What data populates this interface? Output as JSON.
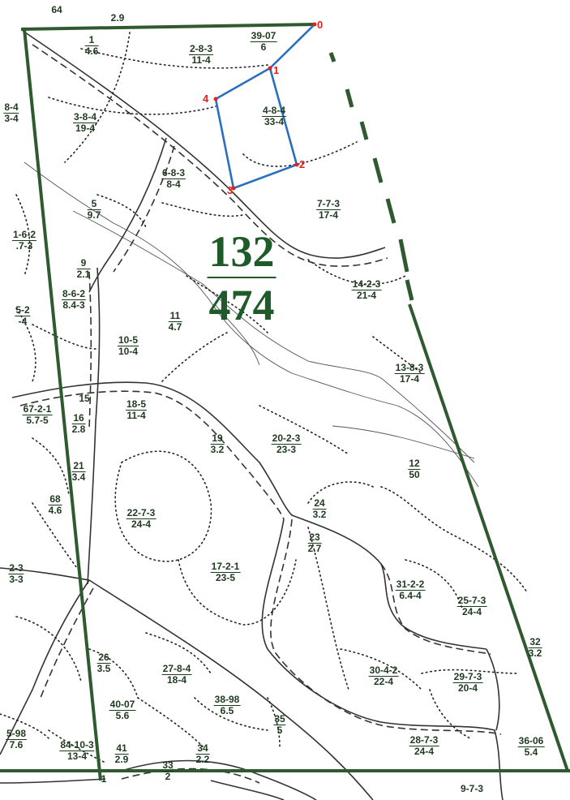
{
  "block": {
    "num": "132",
    "den": "474"
  },
  "plot_points": [
    "0",
    "1",
    "2",
    "3",
    "4"
  ],
  "parcels": [
    {
      "num": "64",
      "den": ""
    },
    {
      "num": "2.9",
      "den": ""
    },
    {
      "num": "1",
      "den": "4.6"
    },
    {
      "num": "2-8-3",
      "den": "11-4"
    },
    {
      "num": "39-07",
      "den": "6"
    },
    {
      "num": "8-4",
      "den": "3-4"
    },
    {
      "num": "3-8-4",
      "den": "19-4"
    },
    {
      "num": "4-8-4",
      "den": "33-4"
    },
    {
      "num": "6-8-3",
      "den": "8-4"
    },
    {
      "num": "7-7-3",
      "den": "17-4"
    },
    {
      "num": "5",
      "den": "9.7"
    },
    {
      "num": "1-6-2",
      "den": ".7-3"
    },
    {
      "num": "9",
      "den": "2.1"
    },
    {
      "num": "8-6-2",
      "den": "8.4-3"
    },
    {
      "num": "14-2-3",
      "den": "21-4"
    },
    {
      "num": "5-2",
      "den": "-4"
    },
    {
      "num": "11",
      "den": "4.7"
    },
    {
      "num": "10-5",
      "den": "10-4"
    },
    {
      "num": "13-8-3",
      "den": "17-4"
    },
    {
      "num": "15",
      "den": ""
    },
    {
      "num": "67-2-1",
      "den": "5.7-5"
    },
    {
      "num": "16",
      "den": "2.8"
    },
    {
      "num": "18-5",
      "den": "11-4"
    },
    {
      "num": "19",
      "den": "3.2"
    },
    {
      "num": "20-2-3",
      "den": "23-3"
    },
    {
      "num": "21",
      "den": "3.4"
    },
    {
      "num": "12",
      "den": "50"
    },
    {
      "num": "68",
      "den": "4.6"
    },
    {
      "num": "22-7-3",
      "den": "24-4"
    },
    {
      "num": "24",
      "den": "3.2"
    },
    {
      "num": "23",
      "den": "2.7"
    },
    {
      "num": "2-3",
      "den": "3-3"
    },
    {
      "num": "17-2-1",
      "den": "23-5"
    },
    {
      "num": "31-2-2",
      "den": "6.4-4"
    },
    {
      "num": "25-7-3",
      "den": "24-4"
    },
    {
      "num": "26",
      "den": "3.5"
    },
    {
      "num": "27-8-4",
      "den": "18-4"
    },
    {
      "num": "30-4-2",
      "den": "22-4"
    },
    {
      "num": "29-7-3",
      "den": "20-4"
    },
    {
      "num": "32",
      "den": "3.2"
    },
    {
      "num": "40-07",
      "den": "5.6"
    },
    {
      "num": "38-98",
      "den": "6.5"
    },
    {
      "num": "35",
      "den": "5"
    },
    {
      "num": "5-98",
      "den": "7.6"
    },
    {
      "num": "84-10-3",
      "den": "13-4"
    },
    {
      "num": "41",
      "den": "2.9"
    },
    {
      "num": "34",
      "den": "2.2"
    },
    {
      "num": "33",
      "den": "2"
    },
    {
      "num": "28-7-3",
      "den": "24-4"
    },
    {
      "num": "36-06",
      "den": "5.4"
    },
    {
      "num": "9-7-3",
      "den": ""
    },
    {
      "num": "1",
      "den": ""
    }
  ]
}
